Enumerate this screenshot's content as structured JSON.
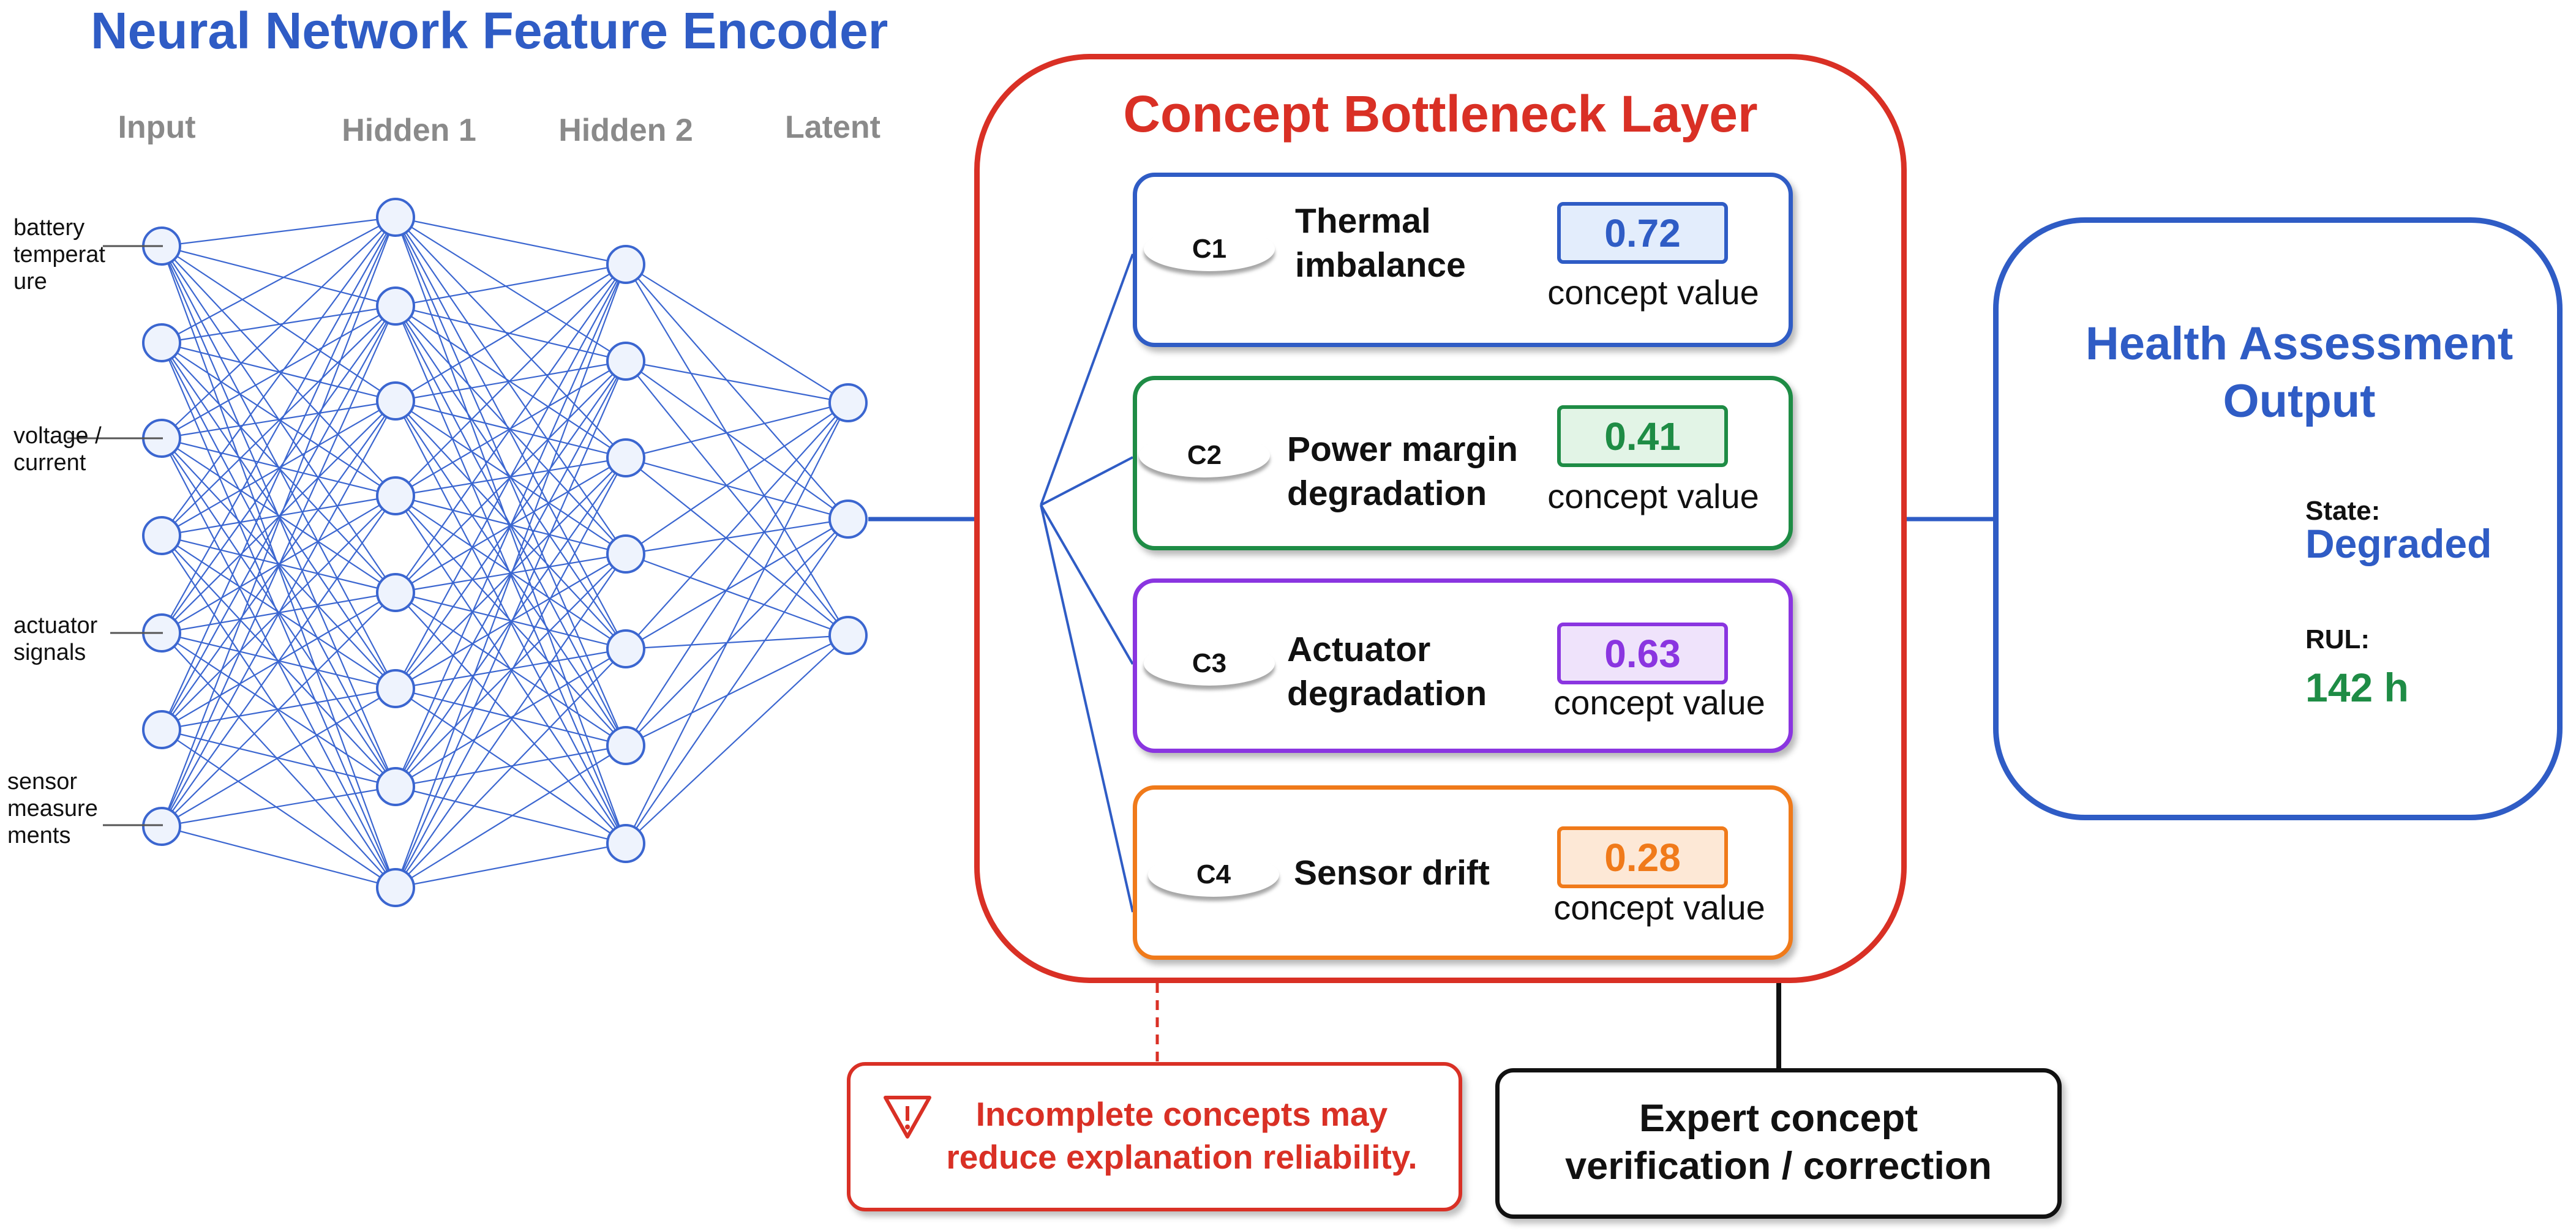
{
  "title": "Neural Network Feature Encoder",
  "layers": {
    "input": "Input",
    "hidden1": "Hidden 1",
    "hidden2": "Hidden 2",
    "latent": "Latent"
  },
  "input_labels": [
    "battery temperat ure",
    "voltage / current",
    "actuator signals",
    "sensor measure ments"
  ],
  "bottleneck": {
    "title": "Concept Bottleneck Layer",
    "concepts": [
      {
        "id": "C1",
        "name_line1": "Thermal",
        "name_line2": "imbalance",
        "value": "0.72",
        "caption": "concept value",
        "color": "#2f5cc5",
        "fill": "#e3edfc"
      },
      {
        "id": "C2",
        "name_line1": "Power margin",
        "name_line2": "degradation",
        "value": "0.41",
        "caption": "concept value",
        "color": "#1e8c45",
        "fill": "#e2f4e6"
      },
      {
        "id": "C3",
        "name_line1": "Actuator",
        "name_line2": "degradation",
        "value": "0.63",
        "caption": "concept value",
        "color": "#8a35e0",
        "fill": "#efe3fb"
      },
      {
        "id": "C4",
        "name_line1": "Sensor drift",
        "name_line2": "",
        "value": "0.28",
        "caption": "concept value",
        "color": "#f07a1a",
        "fill": "#fde8d6"
      }
    ]
  },
  "health": {
    "title_line1": "Health Assessment",
    "title_line2": "Output",
    "state_label": "State:",
    "state_value": "Degraded",
    "rul_label": "RUL:",
    "rul_value": "142 h"
  },
  "warning": {
    "icon": "warning-triangle-icon",
    "line1": "Incomplete concepts may",
    "line2": "reduce explanation reliability."
  },
  "expert": {
    "line1": "Expert concept",
    "line2": "verification / correction"
  },
  "colors": {
    "blue": "#2f5cc5",
    "red": "#d93025",
    "green": "#1e8c45",
    "purple": "#8a35e0",
    "orange": "#f07a1a"
  }
}
